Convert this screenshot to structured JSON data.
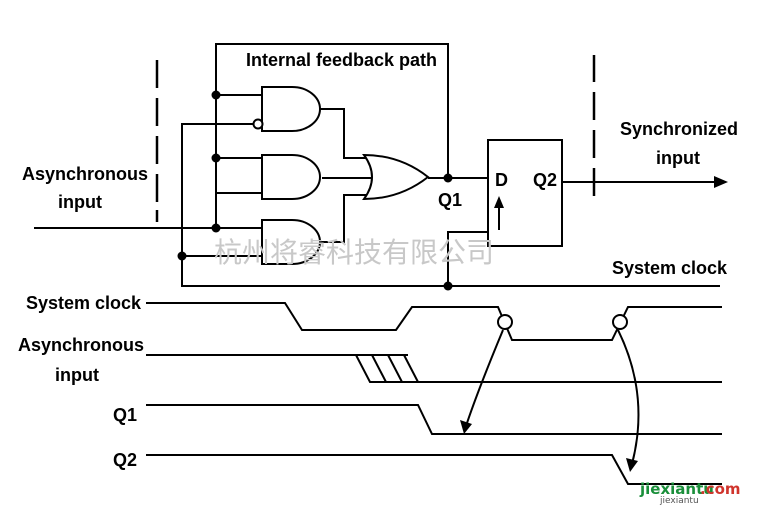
{
  "labels": {
    "feedback": "Internal feedback path",
    "async_in_1": "Asynchronous",
    "async_in_2": "input",
    "q1_node": "Q1",
    "ff_d": "D",
    "ff_q2": "Q2",
    "sync_out_1": "Synchronized",
    "sync_out_2": "input",
    "system_clock_top": "System clock"
  },
  "timing": {
    "signals": [
      {
        "name": "System clock"
      },
      {
        "name_1": "Asynchronous",
        "name_2": "input"
      },
      {
        "name": "Q1"
      },
      {
        "name": "Q2"
      }
    ]
  },
  "watermark": "杭州将睿科技有限公司",
  "logo": {
    "part_a": "jiexiantu",
    "part_b": ".com",
    "sub": "jiexiantu"
  },
  "colors": {
    "ink": "#000000",
    "watermark": "#c8c8c8",
    "logo_green": "#1a8f3a",
    "logo_red": "#d0342c"
  }
}
